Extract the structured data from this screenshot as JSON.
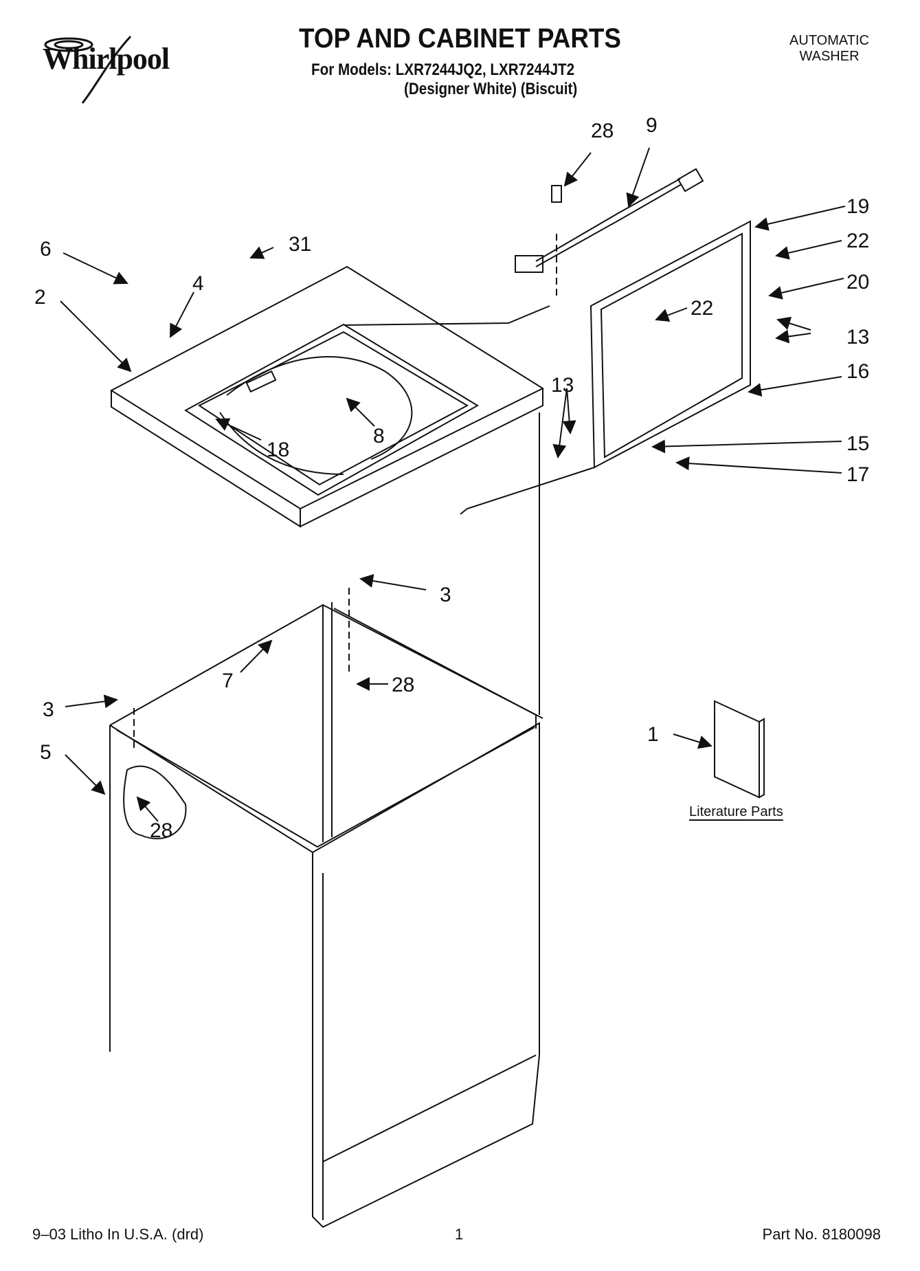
{
  "header": {
    "brand": "Whirlpool",
    "title": "TOP AND CABINET PARTS",
    "models": "For Models: LXR7244JQ2, LXR7244JT2",
    "variants": "(Designer White) (Biscuit)",
    "product_type_line1": "AUTOMATIC",
    "product_type_line2": "WASHER"
  },
  "callouts": {
    "c28_top": "28",
    "c9": "9",
    "c19": "19",
    "c22_right": "22",
    "c20": "20",
    "c22_inner": "22",
    "c13_right": "13",
    "c16": "16",
    "c13_left": "13",
    "c15": "15",
    "c17": "17",
    "c6": "6",
    "c31": "31",
    "c4": "4",
    "c2": "2",
    "c8": "8",
    "c18": "18",
    "c3_top": "3",
    "c7": "7",
    "c28_mid": "28",
    "c3_left": "3",
    "c5": "5",
    "c28_low": "28",
    "c1": "1"
  },
  "literature_label": "Literature Parts",
  "footer": {
    "litho": "9–03 Litho In U.S.A. (drd)",
    "page": "1",
    "part_no": "Part No. 8180098"
  }
}
